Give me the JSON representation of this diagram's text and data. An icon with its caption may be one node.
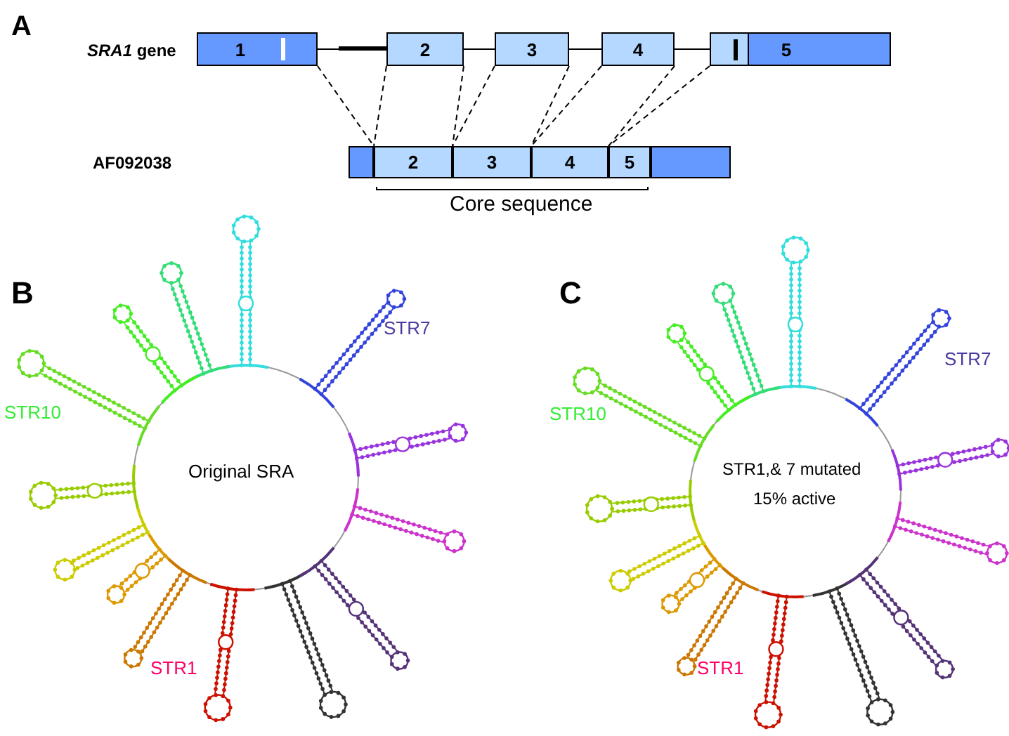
{
  "diagram": {
    "nodes": [
      {
        "text": [
          "1"
        ]
      },
      {
        "text": [
          "2"
        ]
      },
      {
        "text": [
          "3"
        ]
      },
      {
        "text": [
          "4"
        ]
      },
      {
        "text": [
          "5"
        ]
      },
      {
        "text": [],
        "shape": "box"
      },
      {
        "text": [
          "2"
        ]
      },
      {
        "text": [
          "3"
        ]
      },
      {
        "text": [
          "4"
        ]
      },
      {
        "text": [
          "5"
        ]
      },
      {
        "text": [],
        "shape": "box"
      }
    ],
    "edges": [
      {
        "from": 0,
        "to": 1,
        "arrow": "none"
      },
      {
        "from": 1,
        "to": 2,
        "arrow": "none"
      },
      {
        "from": 2,
        "to": 3,
        "arrow": "none"
      },
      {
        "from": 3,
        "to": 4,
        "arrow": "none"
      },
      {
        "from": 0,
        "to": 6,
        "arrow": "none",
        "style": "dashed"
      },
      {
        "from": 1,
        "to": 6,
        "arrow": "none",
        "style": "dashed"
      },
      {
        "from": 1,
        "to": 6,
        "arrow": "none",
        "style": "dashed"
      },
      {
        "from": 2,
        "to": 7,
        "arrow": "none",
        "style": "dashed"
      },
      {
        "from": 2,
        "to": 7,
        "arrow": "none",
        "style": "dashed"
      },
      {
        "from": 3,
        "to": 8,
        "arrow": "none",
        "style": "dashed"
      },
      {
        "from": 3,
        "to": 8,
        "arrow": "none",
        "style": "dashed"
      },
      {
        "from": 4,
        "to": 9,
        "arrow": "none",
        "style": "dashed"
      }
    ],
    "labels": [
      "A",
      "*SRA1* gene",
      "AF092038",
      "Core sequence",
      "B",
      "STR7",
      "STR10",
      "Original SRA",
      "STR1",
      "C",
      "STR7",
      "STR10",
      "STR1,& 7 mutated",
      "15% active",
      "STR1"
    ]
  }
}
